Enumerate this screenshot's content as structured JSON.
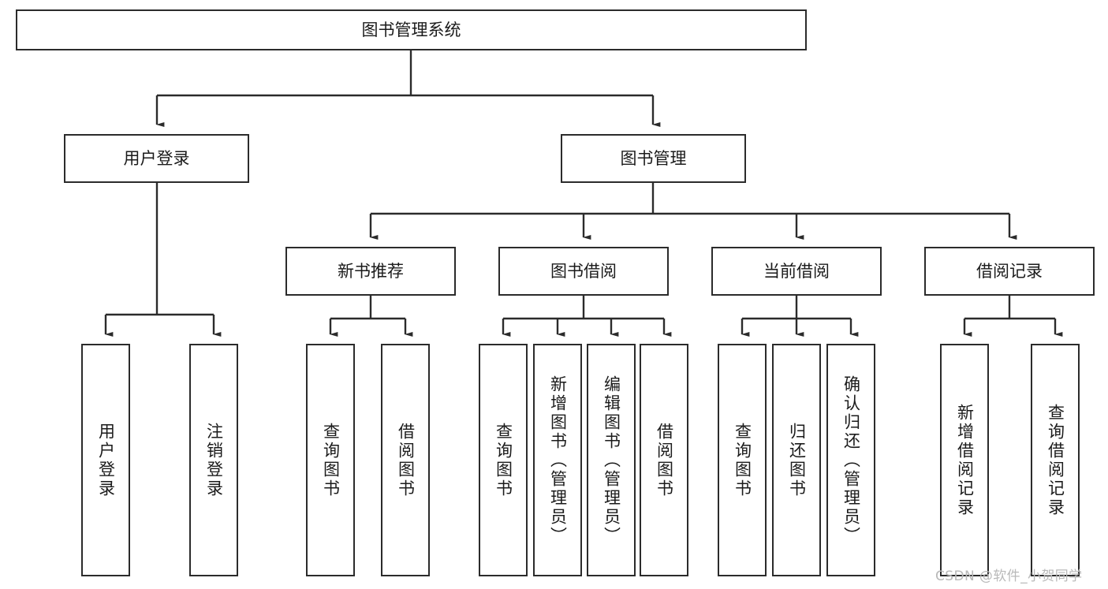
{
  "diagram": {
    "type": "tree-hierarchy-chart",
    "title": "图书管理系统",
    "background_color": "#ffffff",
    "box_border_color": "#2b2b2b",
    "connector_color": "#2b2b2b",
    "text_color": "#1b1b1b",
    "root": {
      "label": "图书管理系统"
    },
    "level2": [
      {
        "label": "用户登录"
      },
      {
        "label": "图书管理"
      }
    ],
    "level3": [
      {
        "label": "新书推荐"
      },
      {
        "label": "图书借阅"
      },
      {
        "label": "当前借阅"
      },
      {
        "label": "借阅记录"
      }
    ],
    "leaves": {
      "user_login": [
        {
          "label": "用户登录"
        },
        {
          "label": "注销登录"
        }
      ],
      "new_book_recommend": [
        {
          "label": "查询图书"
        },
        {
          "label": "借阅图书"
        }
      ],
      "book_borrow": [
        {
          "label": "查询图书"
        },
        {
          "label": "新增图书（管理员）"
        },
        {
          "label": "编辑图书（管理员）"
        },
        {
          "label": "借阅图书"
        }
      ],
      "current_borrow": [
        {
          "label": "查询图书"
        },
        {
          "label": "归还图书"
        },
        {
          "label": "确认归还（管理员）"
        }
      ],
      "borrow_record": [
        {
          "label": "新增借阅记录"
        },
        {
          "label": "查询借阅记录"
        }
      ]
    }
  },
  "watermark": {
    "text": "CSDN @软件_小贺同学"
  }
}
